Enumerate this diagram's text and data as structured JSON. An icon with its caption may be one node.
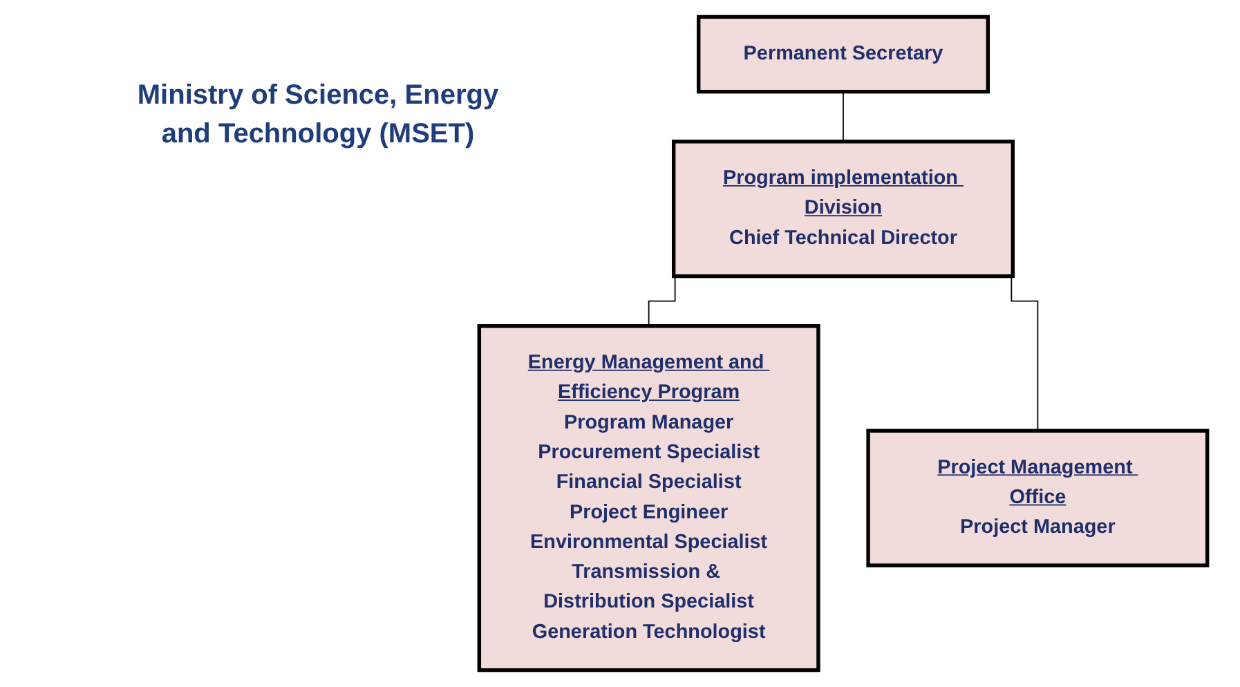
{
  "diagram": {
    "title": "Ministry of Science, Energy and Technology (MSET)",
    "nodes": [
      {
        "text": [
          "Permanent Secretary"
        ]
      },
      {
        "text": [
          "Program implementation Division",
          "Chief Technical Director"
        ]
      },
      {
        "text": [
          "Energy Management and Efficiency Program",
          "Program Manager",
          "Procurement Specialist",
          "Financial Specialist",
          "Project Engineer",
          "Environmental Specialist",
          "Transmission & Distribution Specialist",
          "Generation Technologist"
        ]
      },
      {
        "text": [
          "Project Management Office",
          "Project Manager"
        ]
      }
    ],
    "edges": [
      {
        "from": 0,
        "to": 1,
        "arrow": "none"
      },
      {
        "from": 1,
        "to": 2,
        "arrow": "none"
      },
      {
        "from": 1,
        "to": 3,
        "arrow": "none"
      }
    ]
  }
}
